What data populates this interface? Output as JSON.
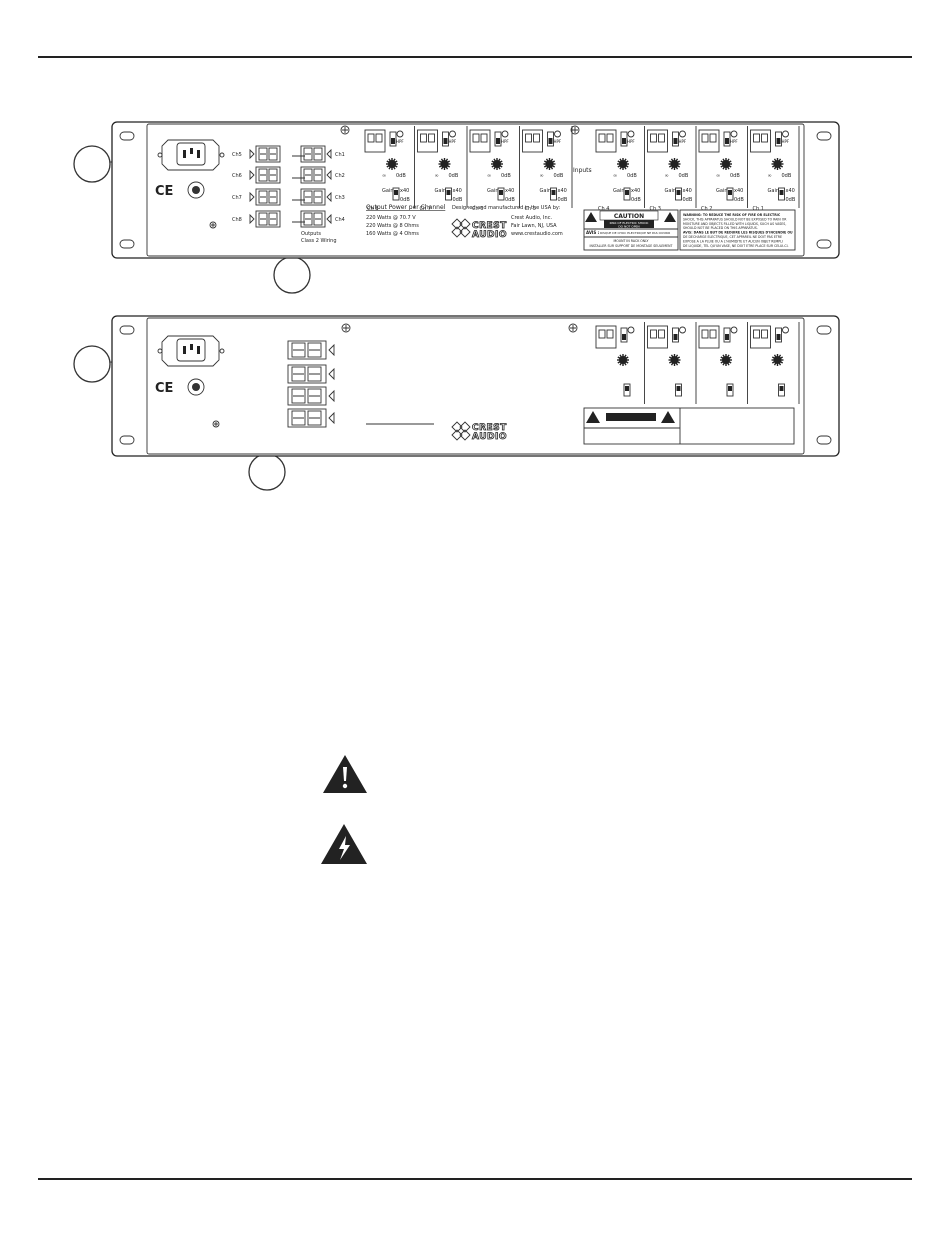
{
  "panel_top": {
    "amp_channels": [
      "Ch5",
      "Ch6",
      "Ch7",
      "Ch8"
    ],
    "amp_channels_right": [
      "Ch1",
      "Ch2",
      "Ch3",
      "Ch4"
    ],
    "outputs_label": "Outputs",
    "wiring_label": "Class 2 Wiring",
    "power_title": "Output Power per Channel",
    "power_lines": [
      "220 Watts @ 70.7 V",
      "220 Watts @ 8 Ohms",
      "160 Watts @ 4 Ohms"
    ],
    "designed_label": "Designed and manufactured in the USA by:",
    "company_lines": [
      "Crest Audio, Inc.",
      "Fair Lawn, NJ, USA",
      "www.crestaudio.com"
    ],
    "brand_lines": [
      "CREST",
      "AUDIO"
    ],
    "inputs_label": "Inputs",
    "input_channels": [
      "Ch 8",
      "Ch 7",
      "Ch 6",
      "Ch 5",
      "Ch 4",
      "Ch 3",
      "Ch 2",
      "Ch 1"
    ],
    "gain_label": "Gain",
    "x40_label": "x40",
    "odb_label": "0dB",
    "hpf_label": "HPF",
    "inf_label": "∞",
    "caution_title": "CAUTION",
    "caution_lines": [
      "RISK OF ELECTRIC SHOCK",
      "DO NOT OPEN"
    ],
    "avis_label": "AVIS :",
    "avis_text": "RISQUE DE CHOC ELECTRIQUE NE PAS OUVRIR",
    "mount_lines": [
      "MOUNT IN RACK ONLY",
      "INSTALLER SUR SUPPORT DE MONTAGE SEULEMENT"
    ],
    "warning_lines": [
      "WARNING: TO REDUCE THE RISK OF FIRE OR ELECTRIC",
      "SHOCK, THIS APPARATUS SHOULD NOT BE EXPOSED TO RAIN OR",
      "MOISTURE AND OBJECTS FILLED WITH LIQUIDS, SUCH AS VASES,",
      "SHOULD NOT BE PLACED ON THIS APPARATUS.",
      "AVIS: DANS LE BUT DE REDUIRE LES RISQUES D'INCENDIE OU",
      "DE DECHARGE ELECTRIQUE, CET APPAREIL NE DOIT PAS ETRE",
      "EXPOSE A LA PLUIE OU A L'HUMIDITE ET AUCUN OBJET REMPLI",
      "DE LIQUIDE, TEL QU'UN VASE, NE DOIT ETRE PLACE SUR CELUI-CI."
    ],
    "ce_mark": "CE"
  },
  "panel_bottom": {
    "brand_lines": [
      "CREST",
      "AUDIO"
    ],
    "ce_mark": "CE"
  },
  "icons": {
    "exclamation": "exclamation-triangle-icon",
    "lightning": "lightning-triangle-icon"
  }
}
